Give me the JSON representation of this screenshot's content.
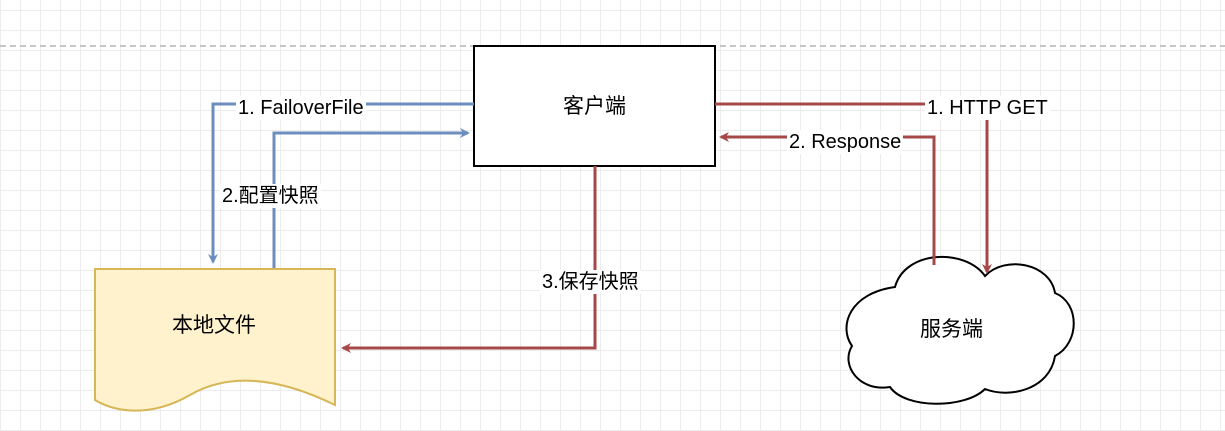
{
  "nodes": {
    "client": "客户端",
    "local_file": "本地文件",
    "server": "服务端"
  },
  "edges": {
    "failover_file": "1. FailoverFile",
    "config_snapshot": "2.配置快照",
    "http_get": "1. HTTP GET",
    "response": "2. Response",
    "save_snapshot": "3.保存快照"
  },
  "colors": {
    "blue_flow": "#6c8ebf",
    "red_flow": "#a74848",
    "document_fill": "#fff2cc",
    "document_stroke": "#d6b656"
  }
}
